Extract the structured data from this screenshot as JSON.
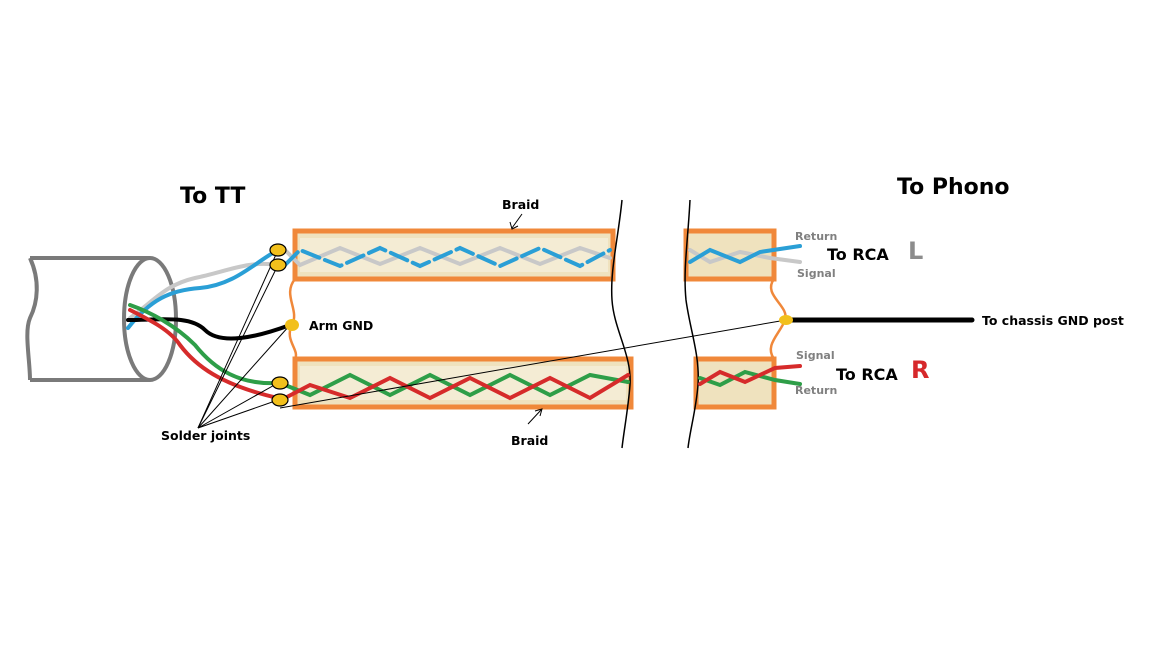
{
  "labels": {
    "to_tt": "To TT",
    "to_phono": "To Phono",
    "braid_top": "Braid",
    "braid_bottom": "Braid",
    "arm_gnd": "Arm GND",
    "solder_joints": "Solder joints",
    "to_chassis": "To chassis GND post",
    "to_rca_l": "To RCA",
    "to_rca_r": "To RCA",
    "channel_l": "L",
    "channel_r": "R",
    "return_top": "Return",
    "signal_top": "Signal",
    "signal_bottom": "Signal",
    "return_bottom": "Return"
  },
  "colors": {
    "shield_orange": "#f0883a",
    "insulation": "#efe2be",
    "blue_wire": "#2a9fd6",
    "gray_wire": "#c8c8c8",
    "red_wire": "#d62b2b",
    "green_wire": "#2e9e48",
    "ground_wire": "#000000",
    "joint_fill": "#f2c01c",
    "cable_outline": "#7a7a7a",
    "channel_l": "#8c8c8c",
    "channel_r": "#d6282b"
  },
  "icons": {
    "solder_joint": "yellow-oval",
    "cable_break": "cut-lines"
  }
}
